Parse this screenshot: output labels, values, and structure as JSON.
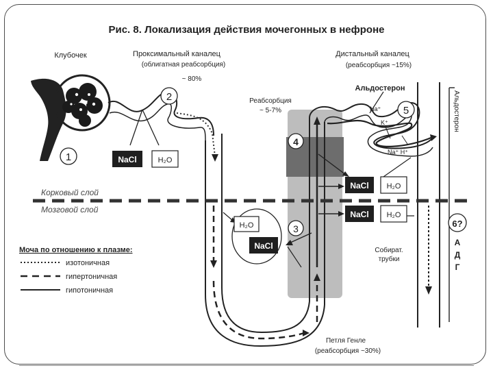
{
  "title": "Рис. 8. Локализация действия мочегонных в нефроне",
  "glomerulus": {
    "label": "Клубочек",
    "marker": "1"
  },
  "proximal": {
    "label": "Проксимальный каналец",
    "sublabel": "(облигатная реабсорбция)",
    "percent": "~ 80%",
    "marker": "2"
  },
  "distal": {
    "label": "Дистальный каналец",
    "sublabel": "(реабсорбция ~15%)",
    "marker": "5"
  },
  "aldosterone": {
    "label": "Альдостерон",
    "vertical": "Альдостерон"
  },
  "reabsorption_mid": {
    "label": "Реабсорбция",
    "percent": "~ 5-7%"
  },
  "markers": {
    "four": "4",
    "three": "3",
    "six": "6?"
  },
  "boxes": {
    "nacl": "NaCl",
    "h2o": "H₂O"
  },
  "ions": {
    "na": "Na⁺",
    "k": "K⁺",
    "na_h": "Na⁺ H⁺"
  },
  "layers": {
    "cortex": "Корковый слой",
    "medulla": "Мозговой слой"
  },
  "collecting": {
    "label_line1": "Собират.",
    "label_line2": "трубки"
  },
  "adh": {
    "letters": [
      "А",
      "Д",
      "Г"
    ]
  },
  "loop": {
    "label": "Петля Генле",
    "sublabel": "(реабсорбция ~30%)"
  },
  "legend": {
    "title": "Моча по отношению к плазме:",
    "items": [
      {
        "style": "dotted",
        "label": "изотоничная"
      },
      {
        "style": "dashed",
        "label": "гипертоничная"
      },
      {
        "style": "solid",
        "label": "гипотоничная"
      }
    ]
  },
  "colors": {
    "ink": "#1a1a1a",
    "shade": "#b9b9b9",
    "dark_shade": "#707070",
    "box_fill": "#1f1f1f",
    "frame": "#4a4a4a"
  }
}
